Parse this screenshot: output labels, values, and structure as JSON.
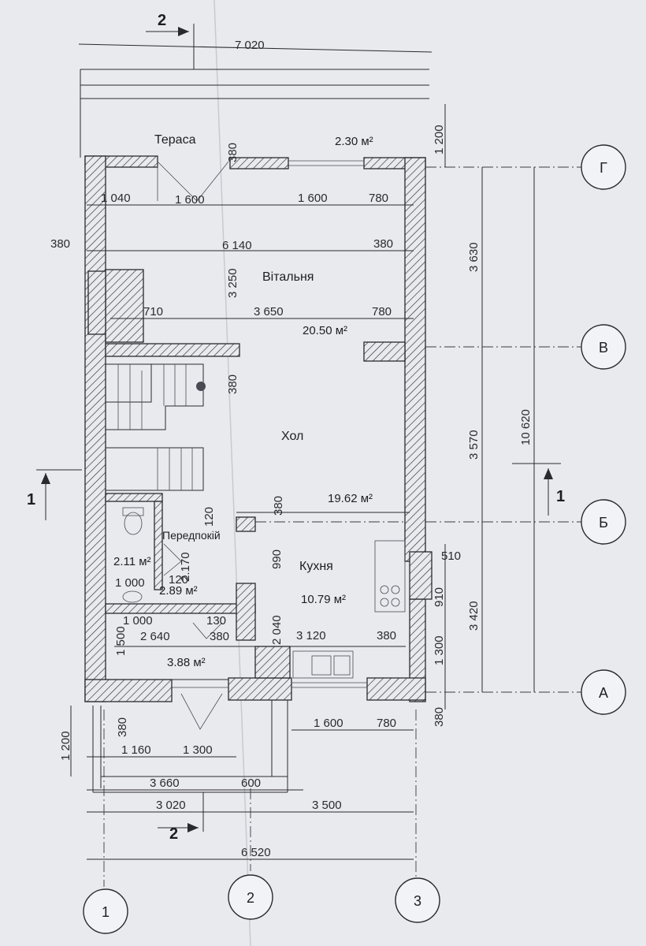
{
  "rooms": {
    "terrace": {
      "label": "Тераса",
      "area": "2.30 м²"
    },
    "living": {
      "label": "Вітальня",
      "area": "20.50 м²"
    },
    "hall": {
      "label": "Хол",
      "area": "19.62 м²"
    },
    "hallway": {
      "label": "Передпокій",
      "area": "2.89 м²"
    },
    "kitchen": {
      "label": "Кухня",
      "area": "10.79 м²"
    },
    "bathroom": {
      "area": "2.11 м²"
    },
    "storage": {
      "area": "3.88 м²"
    }
  },
  "axes": {
    "rows": [
      "Г",
      "В",
      "Б",
      "А"
    ],
    "columns": [
      "1",
      "2",
      "3"
    ]
  },
  "cuts": {
    "top": "2",
    "bottom": "2",
    "left": "1",
    "right": "1"
  },
  "dimensions": {
    "top_overall": "7 020",
    "top_terrace_depth": "1 200",
    "top_openings": [
      "1 040",
      "1 600",
      "1 600",
      "780"
    ],
    "living_row": [
      "380",
      "6 140",
      "380"
    ],
    "living_height": "3 250",
    "living_row2": [
      "710",
      "3 650",
      "780"
    ],
    "wall_top": "380",
    "wall_mid": "380",
    "hall_kitchen_wall": "380",
    "right_chain": [
      "3 630",
      "3 570",
      "3 420"
    ],
    "right_overall": "10 620",
    "right_small": [
      "510",
      "910",
      "1 300",
      "380"
    ],
    "left_inner": [
      "2.170",
      "120",
      "1 000",
      "120",
      "1 000",
      "130",
      "1 500",
      "2 640",
      "380"
    ],
    "kitchen_inner": [
      "990",
      "2 040",
      "3 120",
      "380"
    ],
    "bottom_openings": [
      "1 600",
      "780"
    ],
    "bottom_entry": [
      "380",
      "1 200",
      "1 160",
      "1 300"
    ],
    "bottom_chain1": [
      "3 660",
      "600"
    ],
    "bottom_chain2": [
      "3 020",
      "3 500"
    ],
    "bottom_overall": "6 520"
  }
}
